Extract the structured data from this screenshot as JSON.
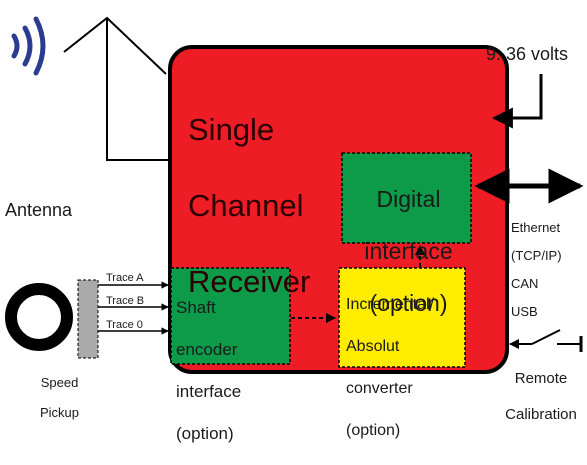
{
  "receiver": {
    "title_line1": "Single",
    "title_line2": "Channel",
    "title_line3": "Receiver",
    "color": "#ee1c25"
  },
  "supply": {
    "label": "9..36 volts"
  },
  "antenna": {
    "label": "Antenna"
  },
  "digital": {
    "line1": "Digital",
    "line2": "interface",
    "line3": "(option)",
    "color": "#0d9b4a"
  },
  "interfaces": {
    "line1": "Ethernet",
    "line2": "(TCP/IP)",
    "line3": "CAN",
    "line4": "USB"
  },
  "shaft": {
    "line1": "Shaft",
    "line2": "encoder",
    "line3": "interface",
    "line4": "(option)",
    "color": "#0d9b4a"
  },
  "converter": {
    "line1": "Incremental/",
    "line2": "Absolut",
    "line3": "converter",
    "line4": "(option)",
    "color": "#ffec00"
  },
  "traces": {
    "a": "Trace A",
    "b": "Trace B",
    "zero": "Trace 0"
  },
  "pickup": {
    "line1": "Speed",
    "line2": "Pickup"
  },
  "calibration": {
    "line1": "Remote",
    "line2": "Calibration"
  },
  "signal_icon_color": "#2b3b8f"
}
